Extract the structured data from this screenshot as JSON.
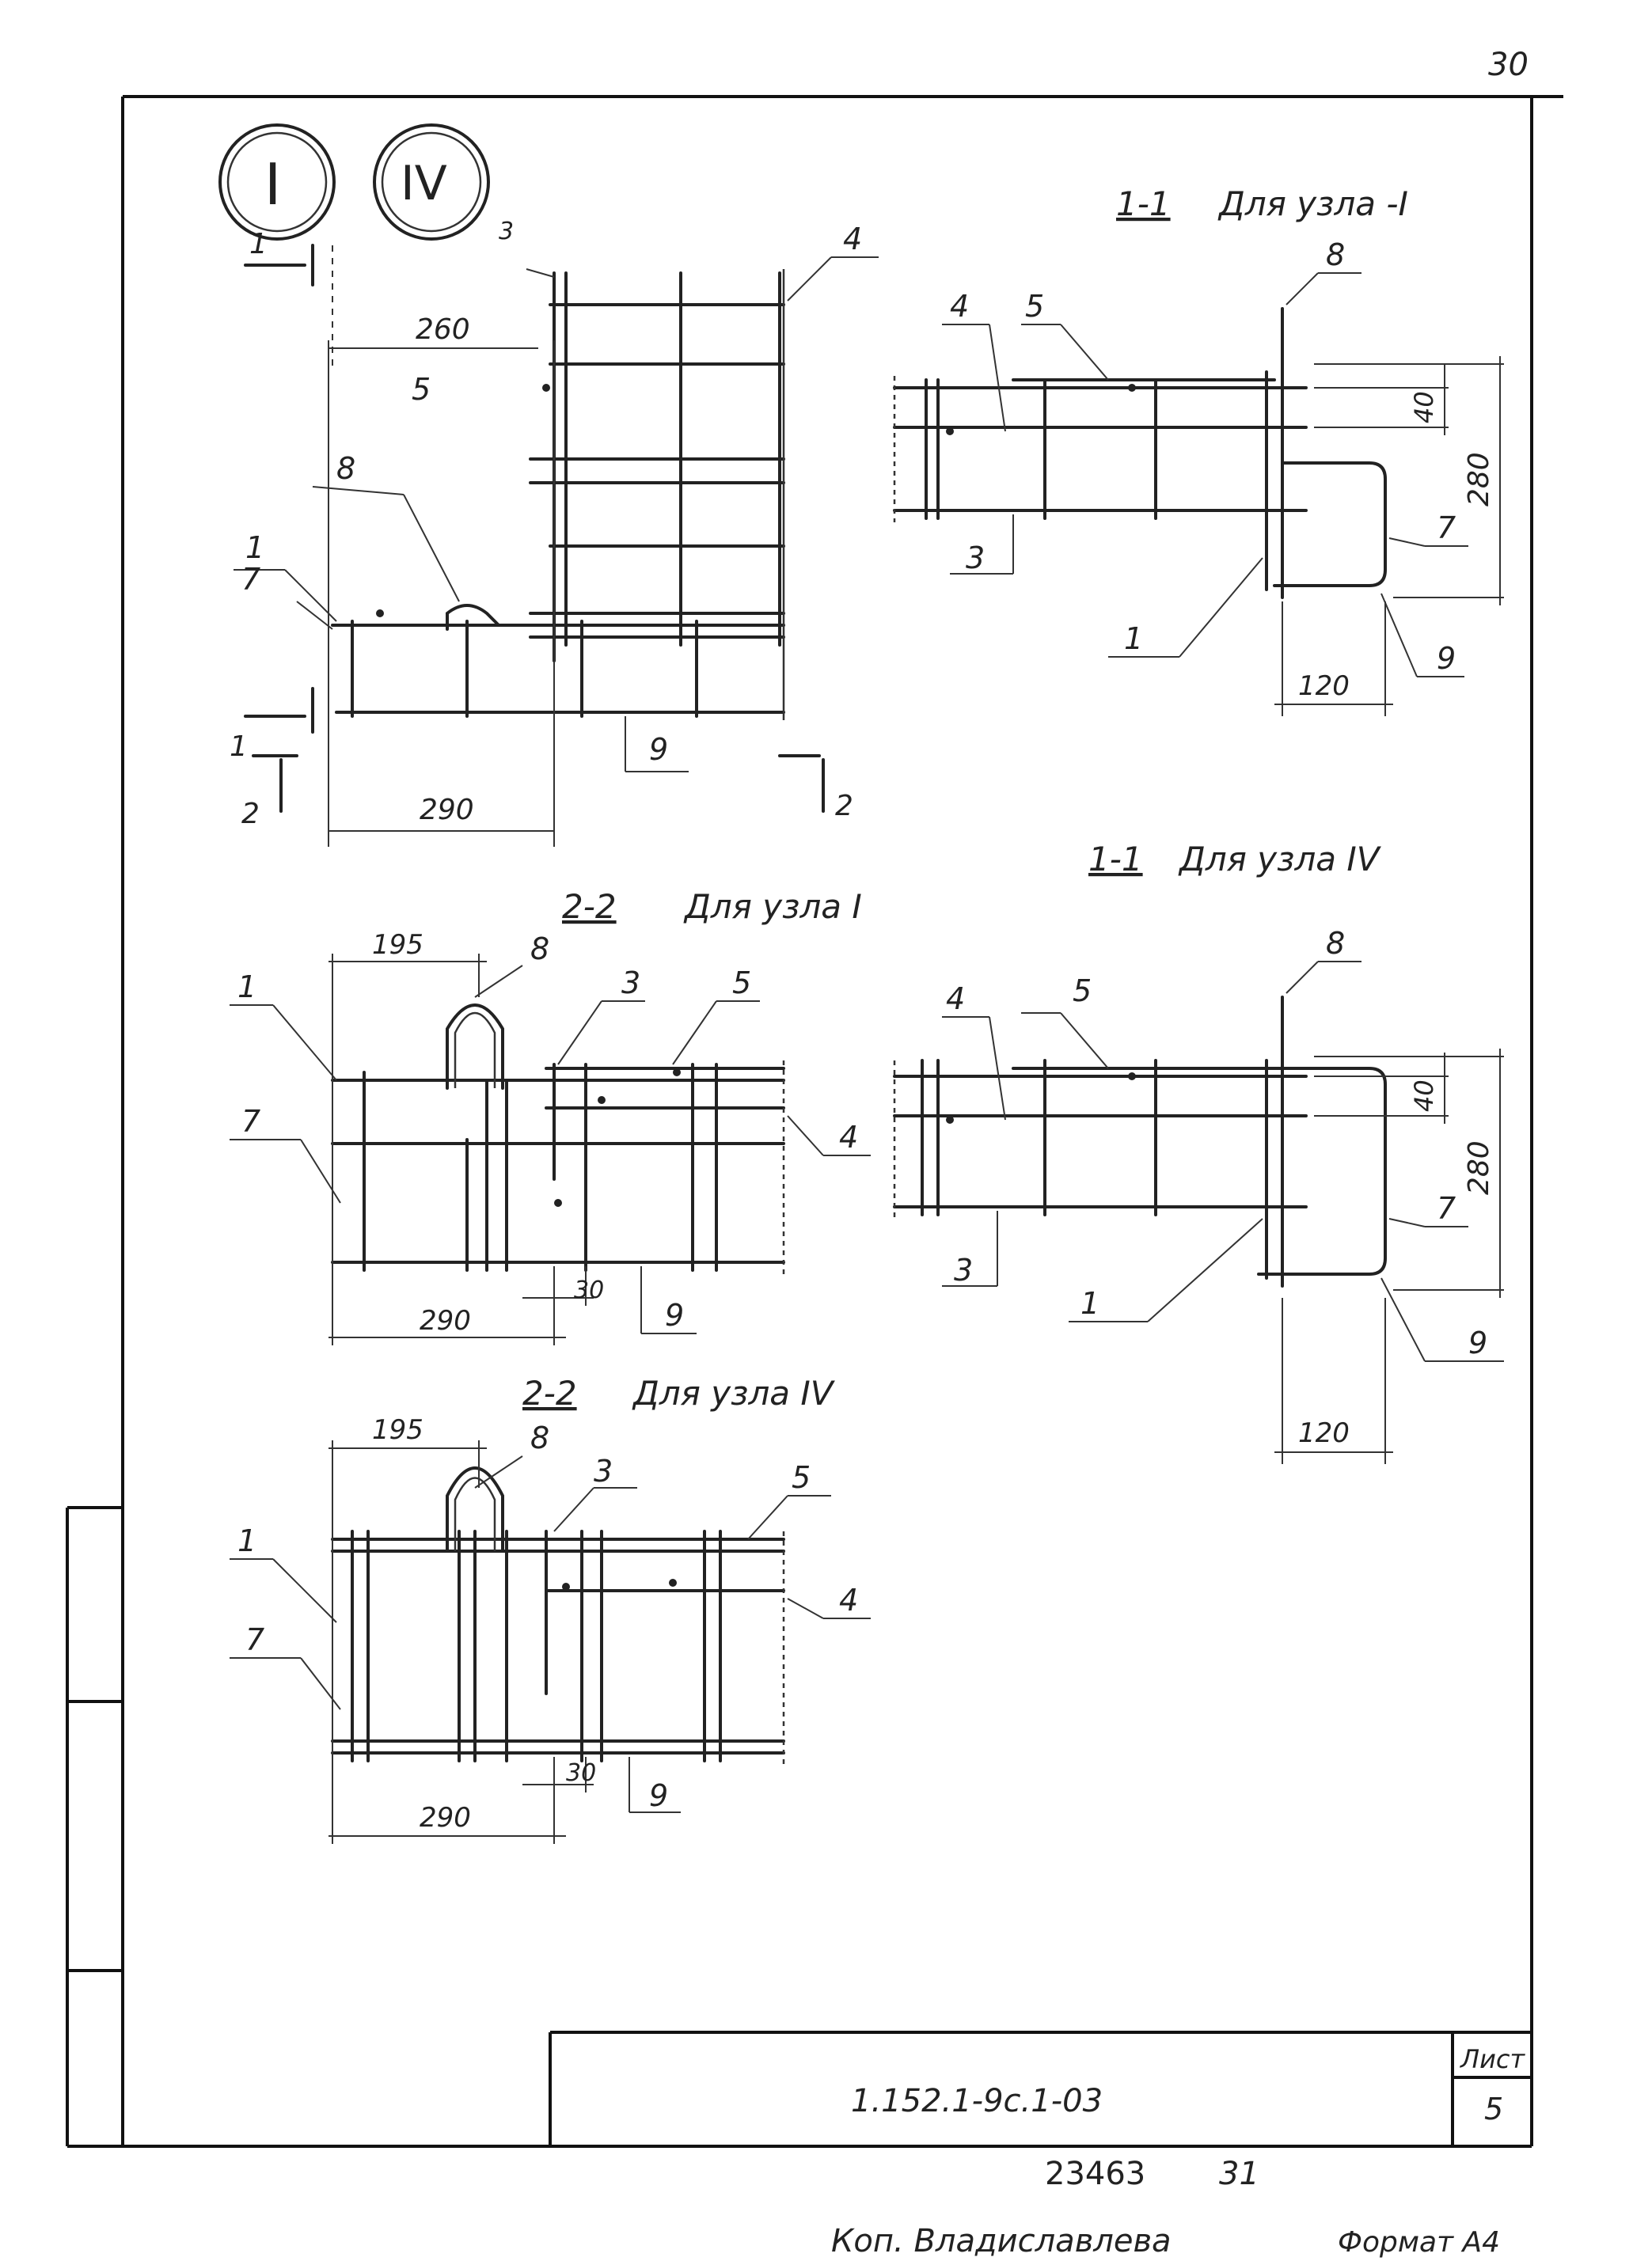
{
  "sheet": {
    "page_number": "30",
    "node_marks": [
      "I",
      "IV"
    ],
    "designation": "1.152.1-9с.1-03",
    "list_label": "Лист",
    "list_value": "5",
    "inventory": "23463",
    "inventory_suffix": "31",
    "copier": "Коп. Владиславлева",
    "format": "Формат А4"
  },
  "views": {
    "plan": {
      "dims": [
        "260",
        "290"
      ],
      "callouts": [
        "3",
        "4",
        "5",
        "8",
        "1",
        "7",
        "9"
      ],
      "section_marks": [
        "1",
        "1",
        "2",
        "2"
      ]
    },
    "sec11_node1": {
      "title_num": "1-1",
      "title_text": "Для узла -I",
      "dims": [
        "40",
        "280",
        "120"
      ],
      "callouts": [
        "8",
        "4",
        "5",
        "7",
        "3",
        "1",
        "9"
      ]
    },
    "sec11_node4": {
      "title_num": "1-1",
      "title_text": "Для узла IV",
      "dims": [
        "40",
        "280",
        "120"
      ],
      "callouts": [
        "8",
        "4",
        "5",
        "7",
        "3",
        "1",
        "9"
      ]
    },
    "sec22_node1": {
      "title_num": "2-2",
      "title_text": "Для узла I",
      "dims": [
        "195",
        "290",
        "30"
      ],
      "callouts": [
        "8",
        "1",
        "3",
        "5",
        "7",
        "4",
        "9"
      ]
    },
    "sec22_node4": {
      "title_num": "2-2",
      "title_text": "Для узла IV",
      "dims": [
        "195",
        "290",
        "30"
      ],
      "callouts": [
        "8",
        "1",
        "3",
        "5",
        "7",
        "4",
        "9"
      ]
    }
  }
}
